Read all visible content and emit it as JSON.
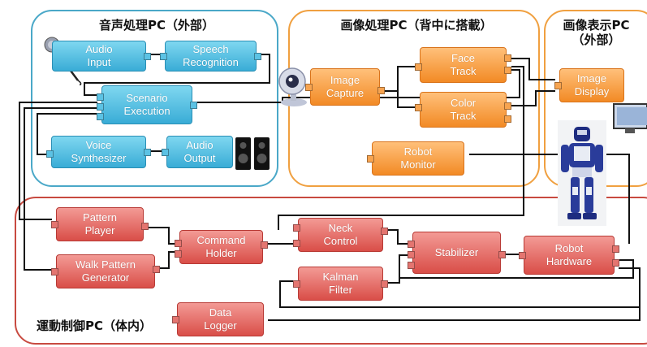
{
  "groups": {
    "audio": "音声処理PC（外部）",
    "image": "画像処理PC（背中に搭載）",
    "display": "画像表示PC\n（外部）",
    "motion": "運動制御PC（体内）"
  },
  "modules": {
    "audio_input": "Audio\nInput",
    "speech_recognition": "Speech\nRecognition",
    "scenario_execution": "Scenario\nExecution",
    "voice_synthesizer": "Voice\nSynthesizer",
    "audio_output": "Audio\nOutput",
    "image_capture": "Image\nCapture",
    "face_track": "Face\nTrack",
    "color_track": "Color\nTrack",
    "image_display": "Image\nDisplay",
    "robot_monitor": "Robot\nMonitor",
    "pattern_player": "Pattern\nPlayer",
    "walk_pattern_generator": "Walk Pattern\nGenerator",
    "command_holder": "Command\nHolder",
    "neck_control": "Neck\nControl",
    "kalman_filter": "Kalman\nFilter",
    "stabilizer": "Stabilizer",
    "robot_hardware": "Robot\nHardware",
    "data_logger": "Data\nLogger"
  },
  "colors": {
    "audio_frame": "#4aa8c8",
    "image_frame": "#f0a040",
    "motion_frame": "#c84a40"
  }
}
